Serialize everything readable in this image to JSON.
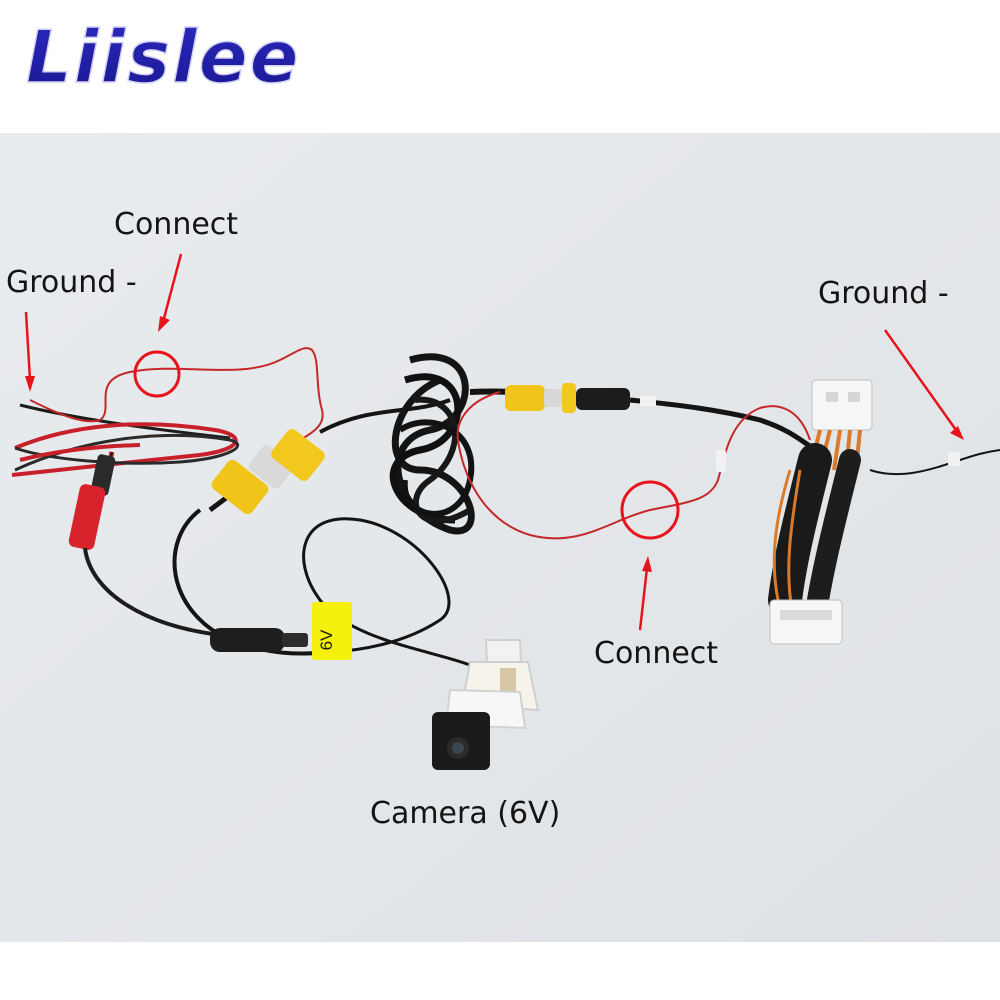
{
  "brand": {
    "name": "Liislee",
    "color": "#1d1aa6"
  },
  "annotations": {
    "connect_left": "Connect",
    "ground_left": "Ground -",
    "ground_right": "Ground -",
    "connect_right": "Connect",
    "camera": "Camera (6V)"
  },
  "tags": {
    "voltage_tag": "6V"
  },
  "colors": {
    "background": "#e6e9ec",
    "annotation_red": "#e8141c",
    "wire_red": "#c8202a",
    "rca_yellow": "#f0c419",
    "harness_orange": "#d97a2c"
  }
}
